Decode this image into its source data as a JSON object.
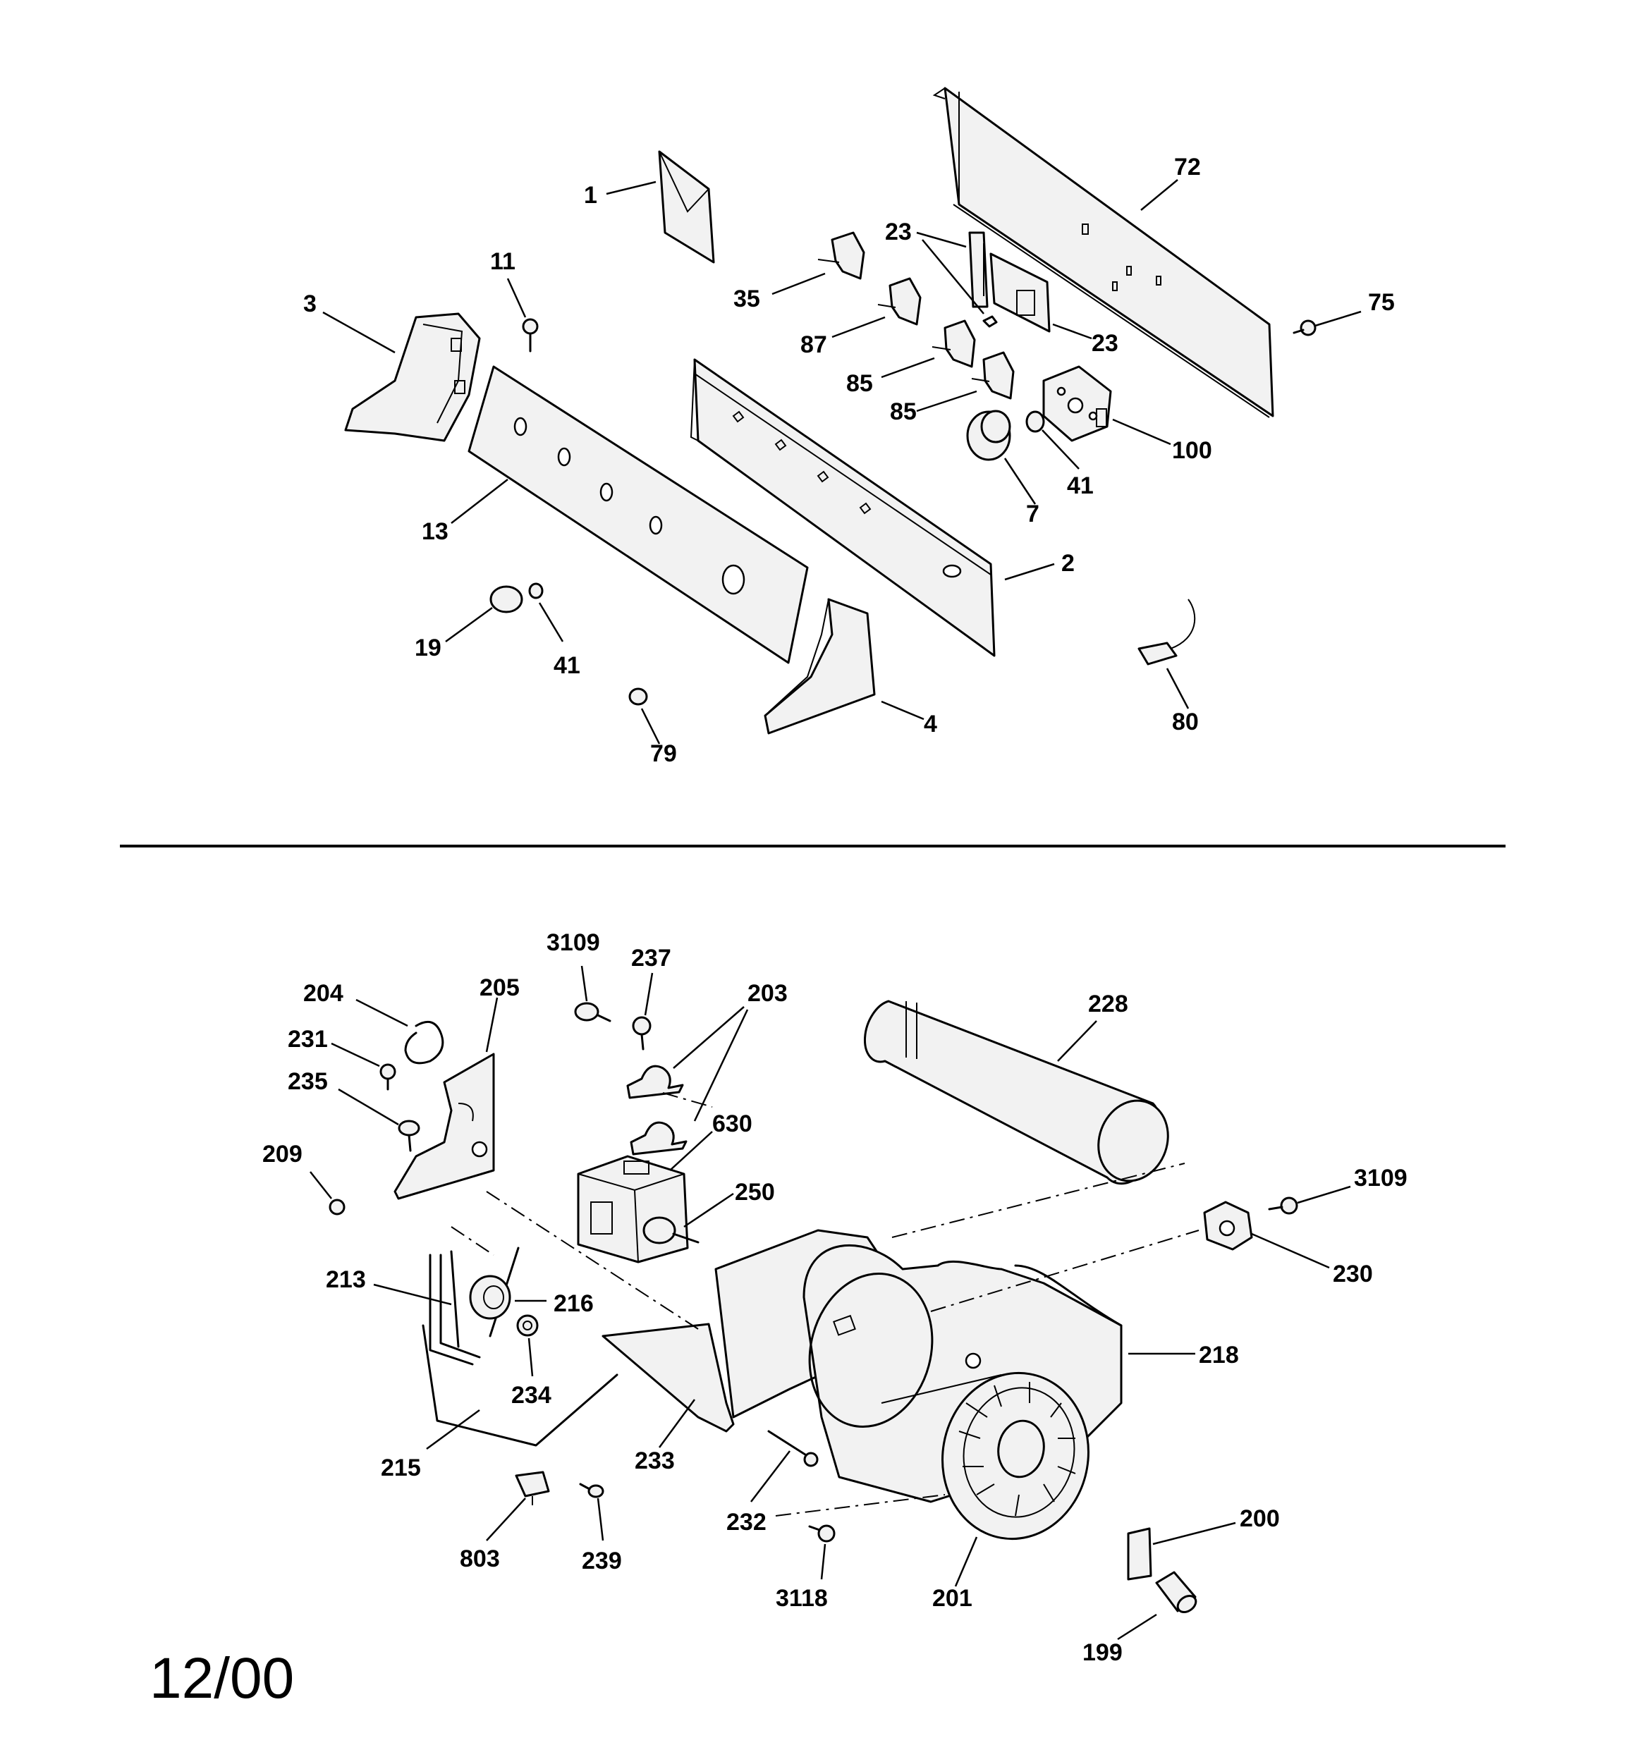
{
  "callouts": {
    "c1": "1",
    "c72": "72",
    "c23a": "23",
    "c23b": "23",
    "c11": "11",
    "c3": "3",
    "c35": "35",
    "c75": "75",
    "c87": "87",
    "c85a": "85",
    "c85b": "85",
    "c100": "100",
    "c41a": "41",
    "c7": "7",
    "c13": "13",
    "c2": "2",
    "c19": "19",
    "c41b": "41",
    "c80": "80",
    "c4": "4",
    "c79": "79",
    "c3109a": "3109",
    "c237": "237",
    "c203": "203",
    "c204": "204",
    "c205": "205",
    "c228": "228",
    "c231": "231",
    "c235": "235",
    "c630": "630",
    "c209": "209",
    "c3109b": "3109",
    "c250": "250",
    "c230": "230",
    "c213": "213",
    "c216": "216",
    "c218": "218",
    "c234": "234",
    "c215": "215",
    "c233": "233",
    "c232": "232",
    "c200": "200",
    "c803": "803",
    "c239": "239",
    "c3118": "3118",
    "c201": "201",
    "c199": "199"
  },
  "date_code": "12/00"
}
